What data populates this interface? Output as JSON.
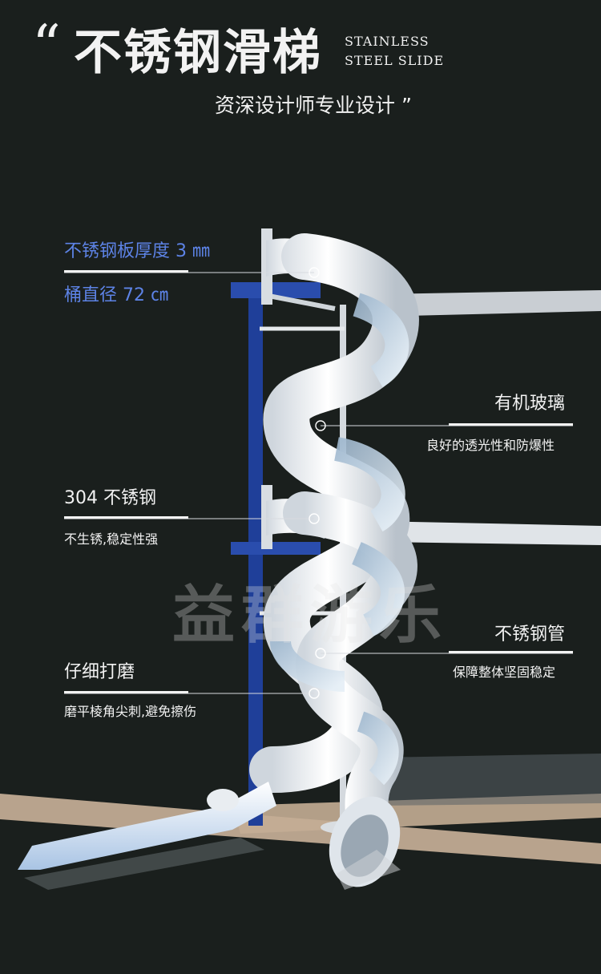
{
  "header": {
    "quote_open": "“",
    "title": "不锈钢滑梯",
    "title_en_line1": "STAINLESS",
    "title_en_line2": "STEEL SLIDE",
    "subtitle": "资深设计师专业设计 ”"
  },
  "specs": {
    "thickness": "不锈钢板厚度 3 ㎜",
    "diameter": "桶直径 72 ㎝"
  },
  "callouts": [
    {
      "title": "有机玻璃",
      "desc": "良好的透光性和防爆性"
    },
    {
      "title": "304 不锈钢",
      "desc": "不生锈,稳定性强"
    },
    {
      "title": "不锈钢管",
      "desc": "保障整体坚固稳定"
    },
    {
      "title": "仔细打磨",
      "desc": "磨平棱角尖刺,避免擦伤"
    }
  ],
  "watermark": "益群游乐",
  "colors": {
    "background": "#1a1f1d",
    "accent_blue": "#5d83e6",
    "frame_blue": "#1f3f99",
    "slide_white": "#eef1f4",
    "floor_tan": "#b8a38d"
  }
}
